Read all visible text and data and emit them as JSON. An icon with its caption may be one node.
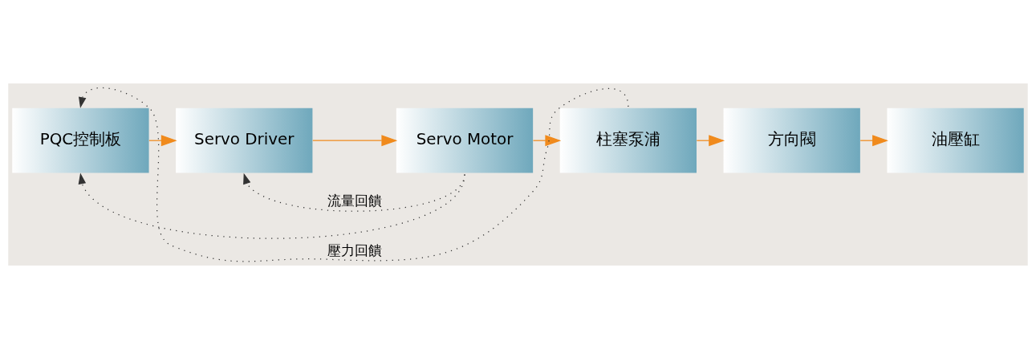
{
  "diagram": {
    "nodes": [
      {
        "text": [
          "PQC控制板"
        ]
      },
      {
        "text": [
          "Servo Driver"
        ]
      },
      {
        "text": [
          "Servo Motor"
        ]
      },
      {
        "text": [
          "柱塞泵浦"
        ]
      },
      {
        "text": [
          "方向閥"
        ]
      },
      {
        "text": [
          "油壓缸"
        ]
      }
    ],
    "edges": [
      {
        "from": 0,
        "to": 1,
        "arrow": "to"
      },
      {
        "from": 1,
        "to": 2,
        "arrow": "to"
      },
      {
        "from": 2,
        "to": 3,
        "arrow": "to"
      },
      {
        "from": 3,
        "to": 4,
        "arrow": "to"
      },
      {
        "from": 4,
        "to": 5,
        "arrow": "to"
      },
      {
        "from": 3,
        "to": 0,
        "arrow": "to",
        "label": "壓力回饋",
        "style": "dashed",
        "color": "#333333"
      },
      {
        "from": 2,
        "to": 1,
        "arrow": "to",
        "label": "流量回饋",
        "style": "dashed",
        "color": "#333333"
      },
      {
        "from": 2,
        "to": 0,
        "arrow": "to",
        "style": "dashed",
        "color": "#333333"
      }
    ]
  }
}
